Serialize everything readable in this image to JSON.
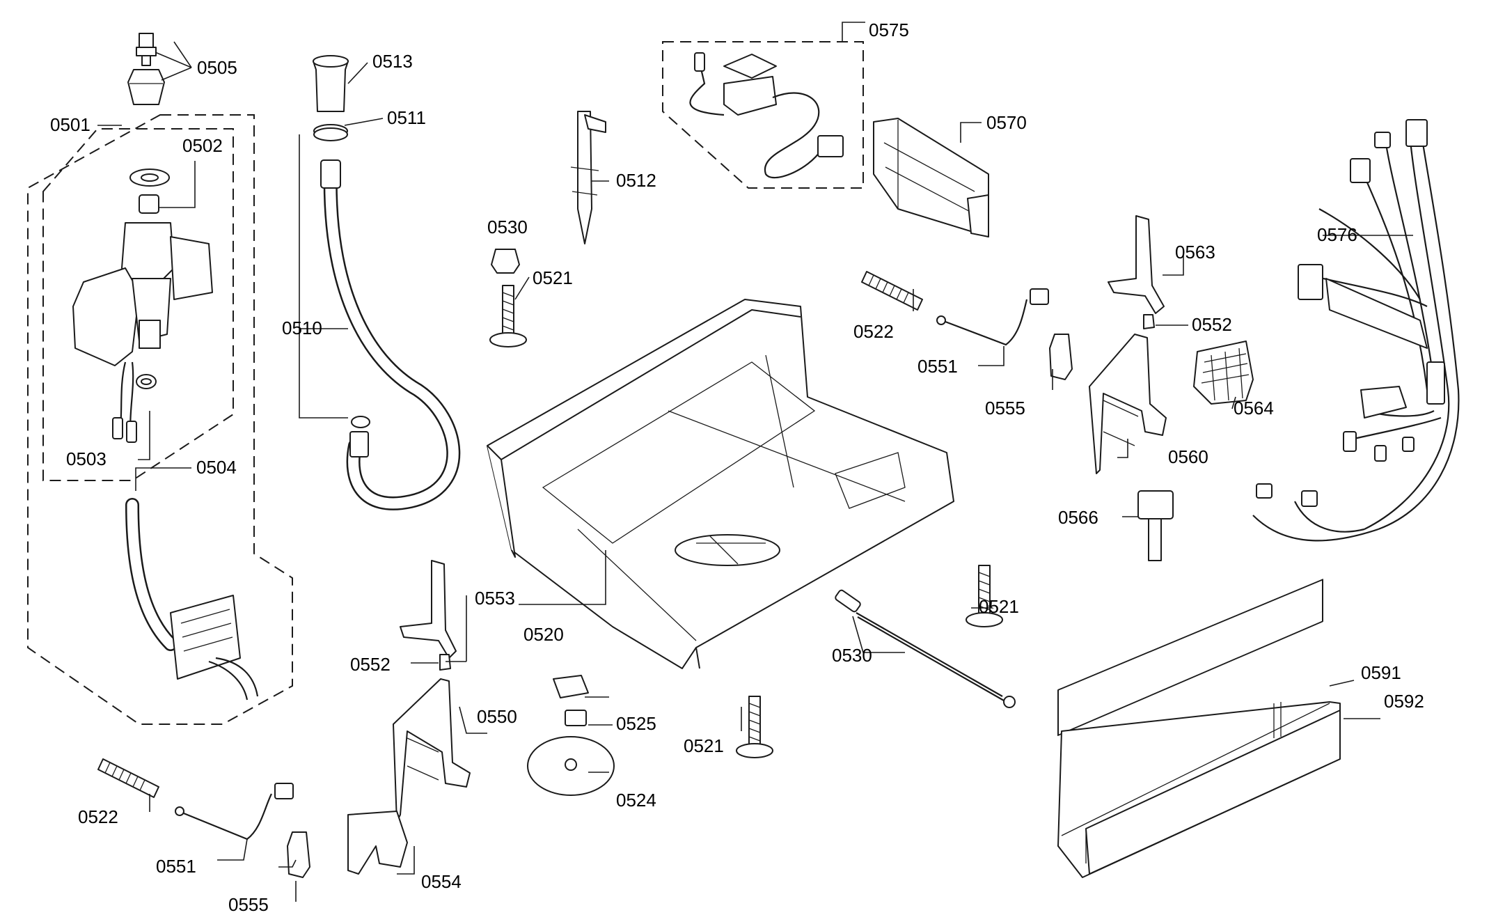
{
  "labels": {
    "p0501": "0501",
    "p0502": "0502",
    "p0503": "0503",
    "p0504": "0504",
    "p0505": "0505",
    "p0510": "0510",
    "p0511": "0511",
    "p0512": "0512",
    "p0513": "0513",
    "p0520": "0520",
    "p0521_a": "0521",
    "p0521_b": "0521",
    "p0521_c": "0521",
    "p0522_a": "0522",
    "p0522_b": "0522",
    "p0524": "0524",
    "p0525": "0525",
    "p0530_a": "0530",
    "p0530_b": "0530",
    "p0550": "0550",
    "p0551_a": "0551",
    "p0551_b": "0551",
    "p0552_a": "0552",
    "p0552_b": "0552",
    "p0553": "0553",
    "p0554": "0554",
    "p0555_a": "0555",
    "p0555_b": "0555",
    "p0560": "0560",
    "p0563": "0563",
    "p0564": "0564",
    "p0566": "0566",
    "p0570": "0570",
    "p0575": "0575",
    "p0576": "0576",
    "p0591": "0591",
    "p0592": "0592"
  }
}
